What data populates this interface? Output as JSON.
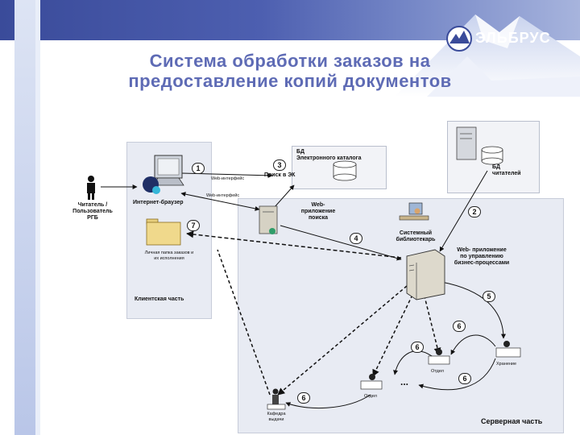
{
  "logo": {
    "text": "ЭЛЬБРУС"
  },
  "title": {
    "line1": "Система обработки заказов на",
    "line2": "предоставление копий документов"
  },
  "diagram": {
    "reader_label": [
      "Читатель /",
      "Пользователь",
      "РГБ"
    ],
    "browser_label": "Интернет-браузер",
    "folder_label": [
      "Личная папка заказов и",
      "их исполнения"
    ],
    "client_label": "Клиентская часть",
    "web_interface_1": "Web-интерфейс",
    "web_interface_2": "Web-интерфейс",
    "search_label": "Поиск в ЭК",
    "catalog_db_label": [
      "БД",
      "Электронного каталога"
    ],
    "web_search_app_label": [
      "Web-",
      "приложение",
      "поиска"
    ],
    "librarian_label": [
      "Системный",
      "библиотекарь"
    ],
    "readers_db_label": [
      "БД",
      "читателей"
    ],
    "bp_app_label": [
      "Web- приложение",
      "по управлению",
      "бизнес-процессами"
    ],
    "storage_label": "Хранение",
    "dept_label_1": "Отдел",
    "dept_label_2": "Отдел",
    "dots": "...",
    "issue_label": [
      "Кафедра",
      "выдачи"
    ],
    "server_label": "Серверная часть",
    "steps": [
      "1",
      "2",
      "3",
      "4",
      "5",
      "6",
      "6",
      "6",
      "6",
      "7"
    ]
  },
  "colors": {
    "title": "#5e6bb5",
    "panel": "#e8ebf3",
    "header_band": "#3a4b9a"
  }
}
